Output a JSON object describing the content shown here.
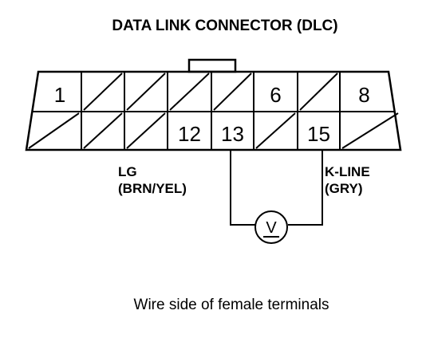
{
  "title": "DATA LINK CONNECTOR (DLC)",
  "connector": {
    "top_row": [
      {
        "label": "1",
        "blank": false
      },
      {
        "label": "",
        "blank": true
      },
      {
        "label": "",
        "blank": true
      },
      {
        "label": "",
        "blank": true
      },
      {
        "label": "",
        "blank": true
      },
      {
        "label": "6",
        "blank": false
      },
      {
        "label": "",
        "blank": true
      },
      {
        "label": "8",
        "blank": false
      }
    ],
    "bottom_row": [
      {
        "label": "",
        "blank": true
      },
      {
        "label": "",
        "blank": true
      },
      {
        "label": "",
        "blank": true
      },
      {
        "label": "12",
        "blank": false
      },
      {
        "label": "13",
        "blank": false
      },
      {
        "label": "",
        "blank": true
      },
      {
        "label": "15",
        "blank": false
      },
      {
        "label": "",
        "blank": true
      }
    ]
  },
  "wires": {
    "left_label": "LG",
    "left_color": "(BRN/YEL)",
    "right_label": "K-LINE",
    "right_color": "(GRY)"
  },
  "meter": {
    "symbol": "V"
  },
  "caption": "Wire side of female terminals"
}
